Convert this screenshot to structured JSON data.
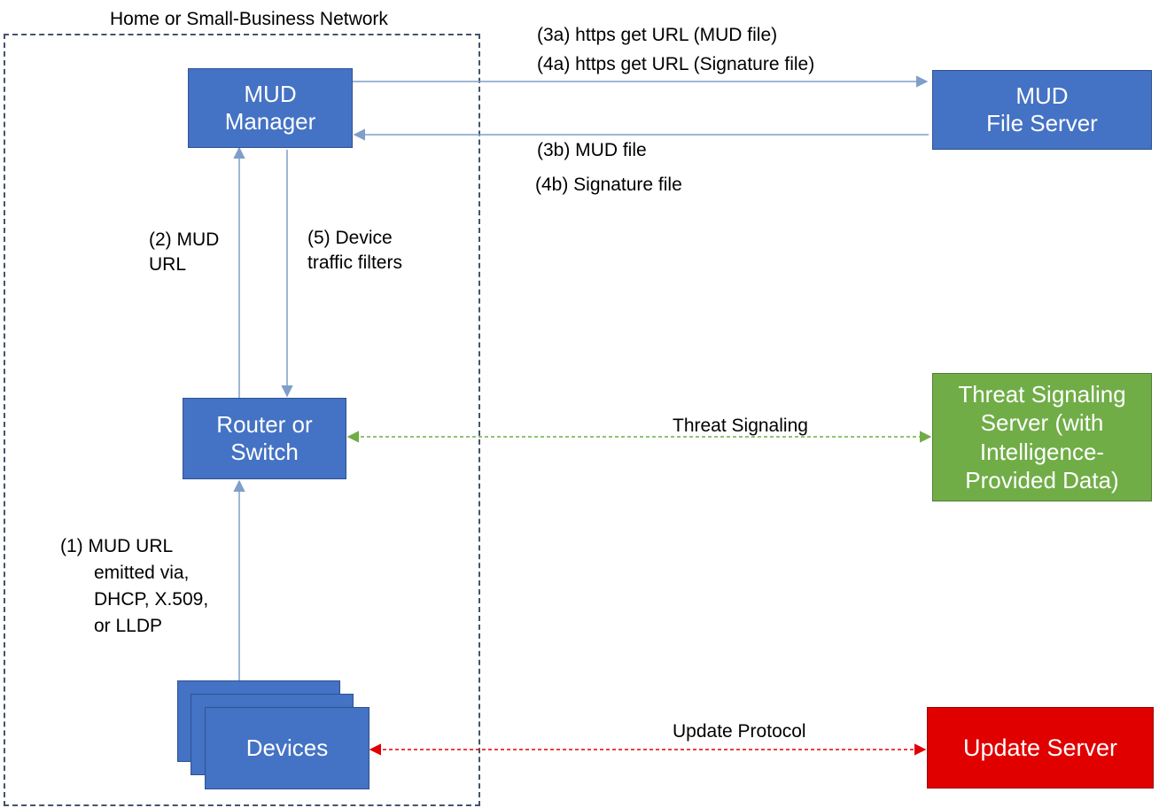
{
  "network": {
    "title": "Home or Small-Business Network"
  },
  "nodes": {
    "mud_manager": "MUD\nManager",
    "mud_file_server": "MUD\nFile Server",
    "router": "Router or\nSwitch",
    "threat_server": "Threat Signaling\nServer  (with\nIntelligence-\nProvided Data)",
    "devices": "Devices",
    "update_server": "Update Server"
  },
  "labels": {
    "step_3a": "(3a) https get URL (MUD file)",
    "step_4a": "(4a) https get URL (Signature file)",
    "step_3b": "(3b) MUD file",
    "step_4b": "(4b) Signature file",
    "step_2": "(2) MUD\nURL",
    "step_5": "(5) Device\ntraffic filters",
    "step_1_head": "(1) MUD URL",
    "step_1_body": "emitted via,\nDHCP, X.509,\nor LLDP",
    "threat_signaling": "Threat Signaling",
    "update_protocol": "Update Protocol"
  },
  "colors": {
    "blue_box": "#4472c4",
    "green_box": "#70ad47",
    "red_box": "#e00000",
    "arrow_blue": "#7f9fc9",
    "arrow_green": "#70ad47",
    "arrow_red": "#e00000",
    "border_dashed": "#44546a"
  }
}
